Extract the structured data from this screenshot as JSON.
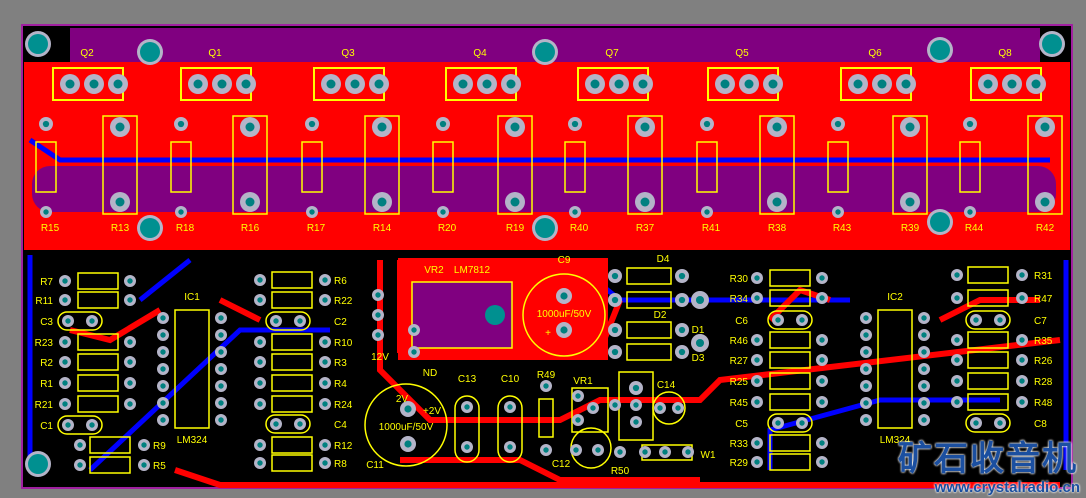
{
  "transistors": [
    "Q2",
    "Q1",
    "Q3",
    "Q4",
    "Q7",
    "Q5",
    "Q6",
    "Q8"
  ],
  "small_resistors": [
    "R15",
    "R18",
    "R17",
    "R20",
    "R40",
    "R41",
    "R43",
    "R44"
  ],
  "big_resistors": [
    "R13",
    "R16",
    "R14",
    "R19",
    "R37",
    "R38",
    "R39",
    "R42"
  ],
  "left_group": {
    "ic": "IC1",
    "ic_part": "LM324",
    "left_labels": [
      "R7",
      "R11",
      "C3",
      "R23",
      "R2",
      "R1",
      "R21",
      "C1"
    ],
    "bottom_labels": [
      "R9",
      "R5"
    ],
    "right_labels": [
      "R6",
      "R22",
      "C2",
      "R10",
      "R3",
      "R4",
      "R24",
      "C4",
      "R12",
      "R8"
    ]
  },
  "right_group": {
    "ic": "IC2",
    "ic_part": "LM324",
    "left_labels": [
      "R30",
      "R34",
      "C6",
      "R46",
      "R27",
      "R25",
      "R45",
      "C5",
      "R33",
      "R29"
    ],
    "right_labels": [
      "R31",
      "R47",
      "C7",
      "R35",
      "R26",
      "R28",
      "R48",
      "C8"
    ]
  },
  "power": {
    "vr2": "VR2",
    "vr2_part": "LM7812",
    "c9": "C9",
    "c9_value": "1000uF/50V",
    "c11": "C11",
    "c11_value": "1000uF/50V",
    "diodes": [
      "D4",
      "D2",
      "D1",
      "D3"
    ],
    "c13": "C13",
    "c10": "C10",
    "r49": "R49",
    "vr1": "VR1",
    "c14": "C14",
    "c12": "C12",
    "r50": "R50",
    "w1": "W1",
    "net_12v": "12V",
    "net_plus12v": "+2V",
    "net_2v": "2V",
    "net_gnd": "ND"
  },
  "watermark": {
    "title": "矿石收音机",
    "url": "www.crystalradio.cn"
  },
  "colors": {
    "top_copper": "#ff0000",
    "bottom_copper": "#0000ff",
    "silkscreen": "#ffff00",
    "board": "#000000",
    "keepout": "#800080",
    "pad": "#b0b0c0",
    "hole": "#008080"
  }
}
